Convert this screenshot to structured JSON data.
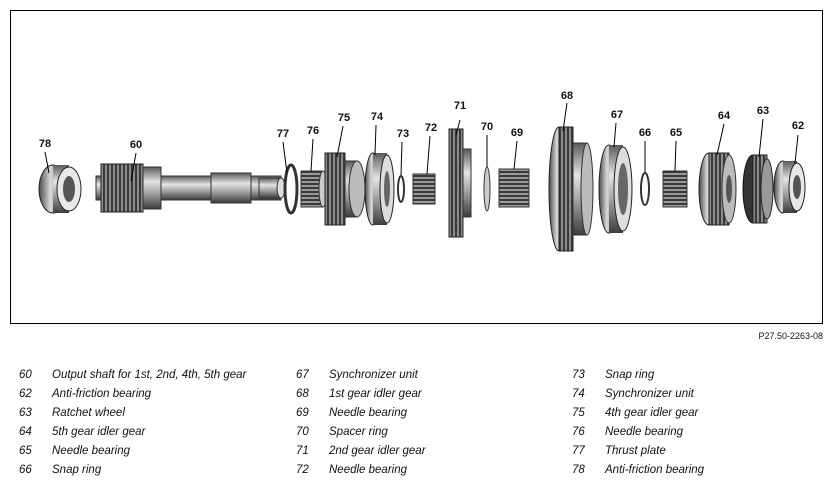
{
  "figure_ref": "P27.50-2263-08",
  "callouts": {
    "c60": "60",
    "c62": "62",
    "c63": "63",
    "c64": "64",
    "c65": "65",
    "c66": "66",
    "c67": "67",
    "c68": "68",
    "c69": "69",
    "c70": "70",
    "c71": "71",
    "c72": "72",
    "c73": "73",
    "c74": "74",
    "c75": "75",
    "c76": "76",
    "c77": "77",
    "c78": "78"
  },
  "legend": {
    "col1": [
      {
        "num": "60",
        "text": "Output shaft for 1st, 2nd, 4th, 5th gear"
      },
      {
        "num": "62",
        "text": "Anti-friction bearing"
      },
      {
        "num": "63",
        "text": "Ratchet wheel"
      },
      {
        "num": "64",
        "text": "5th gear idler gear"
      },
      {
        "num": "65",
        "text": "Needle bearing"
      },
      {
        "num": "66",
        "text": "Snap ring"
      }
    ],
    "col2": [
      {
        "num": "67",
        "text": "Synchronizer unit"
      },
      {
        "num": "68",
        "text": "1st gear idler gear"
      },
      {
        "num": "69",
        "text": "Needle bearing"
      },
      {
        "num": "70",
        "text": "Spacer ring"
      },
      {
        "num": "71",
        "text": "2nd gear idler gear"
      },
      {
        "num": "72",
        "text": "Needle bearing"
      }
    ],
    "col3": [
      {
        "num": "73",
        "text": "Snap ring"
      },
      {
        "num": "74",
        "text": "Synchronizer unit"
      },
      {
        "num": "75",
        "text": "4th gear idler gear"
      },
      {
        "num": "76",
        "text": "Needle bearing"
      },
      {
        "num": "77",
        "text": "Thrust plate"
      },
      {
        "num": "78",
        "text": "Anti-friction bearing"
      }
    ]
  }
}
